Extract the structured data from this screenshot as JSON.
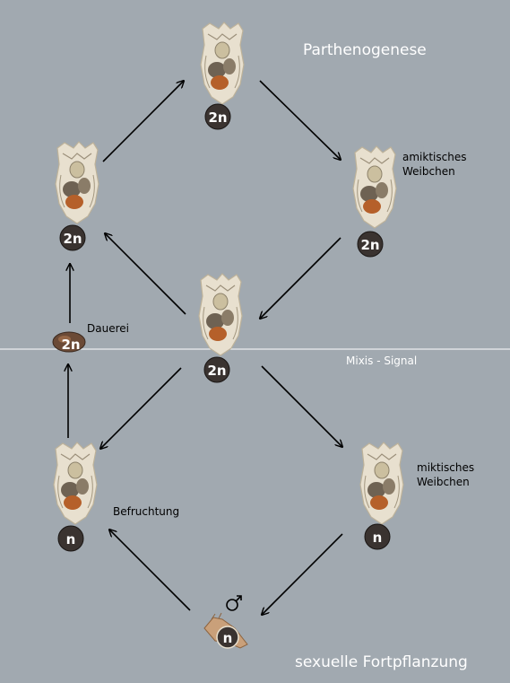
{
  "titles": {
    "top": "Parthenogenese",
    "bottom": "sexuelle Fortpflanzung"
  },
  "labels": {
    "amictic": "amiktisches\nWeibchen",
    "mictic": "miktisches\nWeibchen",
    "resting_egg": "Dauerei",
    "fertilization": "Befruchtung",
    "signal": "Mixis - Signal"
  },
  "ploidy": {
    "female_top": "2n",
    "female_left": "2n",
    "female_right": "2n",
    "female_center": "2n",
    "resting_egg": "2n",
    "female_bottom_left": "n",
    "female_bottom_right": "n",
    "male": "n"
  },
  "colors": {
    "background": "#a1a9b0",
    "arrow": "#000000",
    "divider": "#ffffff",
    "egg": "#3a3330",
    "body": "#e8e0cf",
    "organ": "#b5602a"
  }
}
